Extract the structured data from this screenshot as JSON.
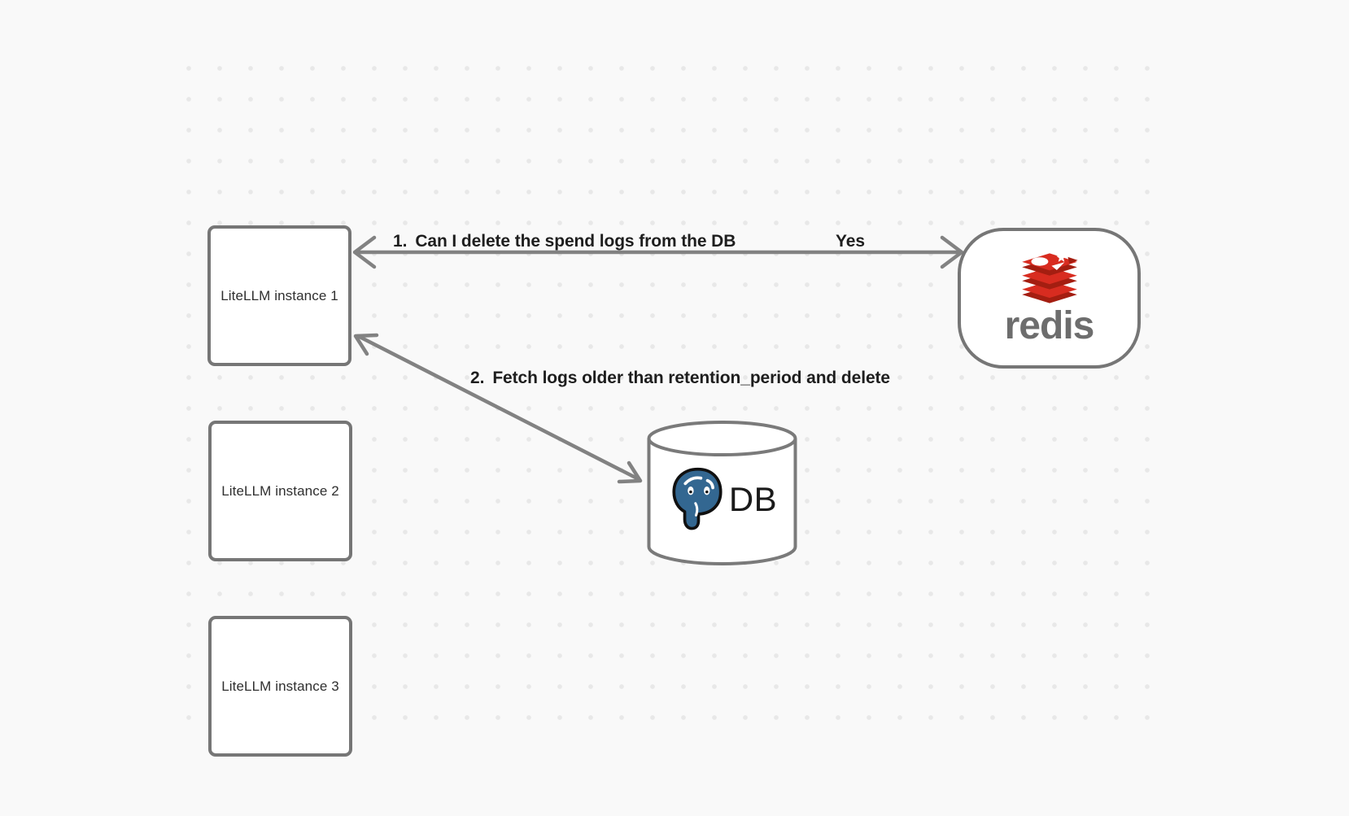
{
  "canvas": {
    "background_color": "#f9f9f9",
    "dot_color": "#e8e8e8",
    "stroke_gray": "#7a7a7a"
  },
  "nodes": {
    "instances": [
      {
        "label": "LiteLLM instance 1"
      },
      {
        "label": "LiteLLM instance 2"
      },
      {
        "label": "LiteLLM instance 3"
      }
    ],
    "redis": {
      "wordmark": "redis",
      "icon": "redis-stack-logo-icon",
      "colors": {
        "red": "#d82c20",
        "dark_red": "#a41e11",
        "wordmark_gray": "#6d6d6d"
      }
    },
    "db": {
      "label": "DB",
      "icon": "postgresql-elephant-icon",
      "shape": "database-cylinder",
      "colors": {
        "postgres_blue": "#336791",
        "label_color": "#1a1a1a"
      }
    }
  },
  "edges": [
    {
      "id": "litellm1-redis",
      "direction": "bidirectional",
      "number": "1.",
      "text": "Can I delete the spend logs from the DB",
      "response": "Yes"
    },
    {
      "id": "litellm1-db",
      "direction": "bidirectional",
      "number": "2.",
      "text": "Fetch logs older than retention_period and delete"
    }
  ]
}
